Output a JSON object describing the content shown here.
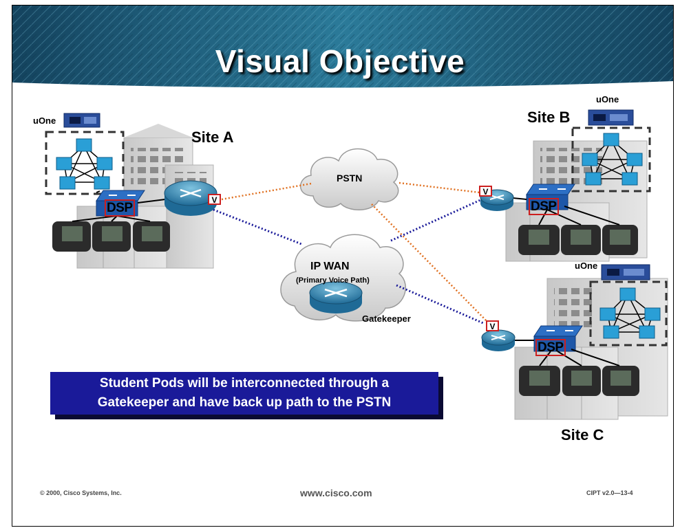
{
  "slide": {
    "title": "Visual Objective",
    "colors": {
      "banner": "#1f6a8a",
      "callout": "#1a1a99",
      "pstn_link": "#e07020",
      "wan_link": "#1a1a99"
    }
  },
  "sites": {
    "a": {
      "label": "Site A",
      "uone": "uOne",
      "dsp": "DSP"
    },
    "b": {
      "label": "Site B",
      "uone": "uOne",
      "dsp": "DSP"
    },
    "c": {
      "label": "Site C",
      "uone": "uOne",
      "dsp": "DSP"
    }
  },
  "clouds": {
    "pstn": "PSTN",
    "ipwan": "IP WAN",
    "ipwan_sub": "(Primary Voice Path)",
    "gatekeeper": "Gatekeeper"
  },
  "router_badge": "V",
  "callout": {
    "line1": "Student Pods will be interconnected through a",
    "line2": "Gatekeeper and have back up path to the PSTN"
  },
  "footer": {
    "copyright": "© 2000, Cisco Systems, Inc.",
    "url": "www.cisco.com",
    "code": "CIPT v2.0—13-4"
  }
}
